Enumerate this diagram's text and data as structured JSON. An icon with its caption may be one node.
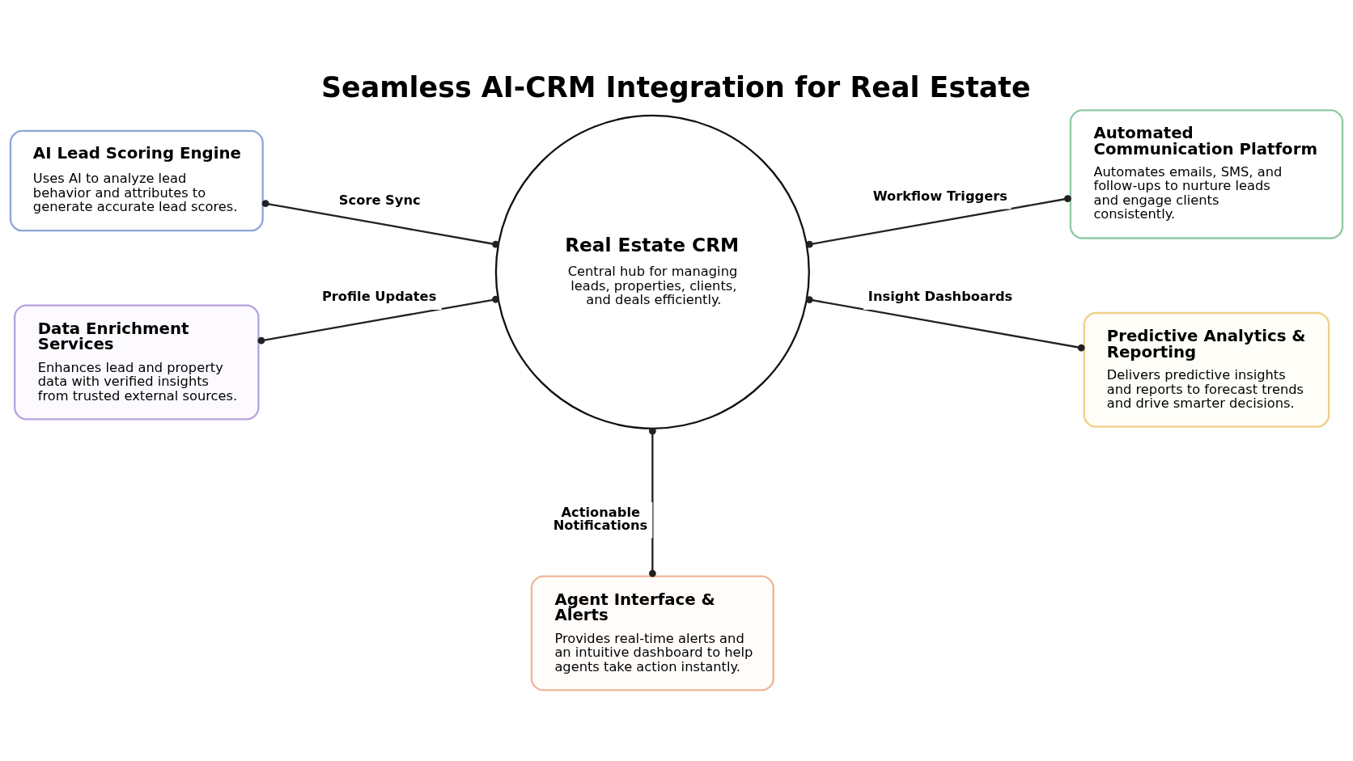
{
  "diagram": {
    "title": "Seamless AI-CRM Integration for Real Estate",
    "nodes": [
      {
        "text": [
          "AI Lead Scoring Engine",
          "Uses AI to analyze lead behavior and attributes to generate accurate lead scores."
        ]
      },
      {
        "text": [
          "Automated Communication Platform",
          "Automates emails, SMS, and follow-ups to nurture leads and engage clients consistently."
        ]
      },
      {
        "text": [
          "Real Estate CRM",
          "Central hub for managing leads, properties, clients, and deals efficiently."
        ]
      },
      {
        "text": [
          "Data Enrichment Services",
          "Enhances lead and property data with verified insights from trusted external sources."
        ]
      },
      {
        "text": [
          "Predictive Analytics & Reporting",
          "Delivers predictive insights and reports to forecast trends and drive smarter decisions."
        ]
      },
      {
        "text": [
          "Agent Interface & Alerts",
          "Provides real-time alerts and an intuitive dashboard to help agents take action instantly."
        ]
      }
    ],
    "edges": [
      {
        "from": 0,
        "to": 2,
        "arrow": "other",
        "label": "Score Sync"
      },
      {
        "from": 2,
        "to": 1,
        "arrow": "other",
        "label": "Workflow Triggers"
      },
      {
        "from": 3,
        "to": 2,
        "arrow": "other",
        "label": "Profile Updates"
      },
      {
        "from": 2,
        "to": 4,
        "arrow": "other",
        "label": "Insight Dashboards"
      },
      {
        "from": 2,
        "to": 5,
        "arrow": "other",
        "label": "Actionable Notifications"
      }
    ]
  }
}
